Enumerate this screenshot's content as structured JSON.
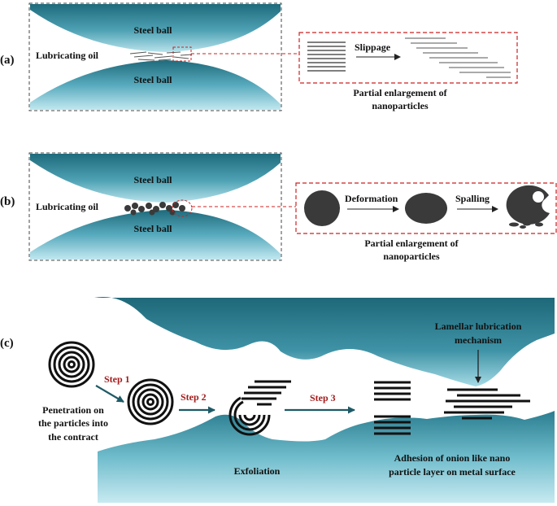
{
  "panel_a": {
    "label": "(a)",
    "steel_ball_top": "Steel ball",
    "steel_ball_bottom": "Steel ball",
    "lubricating_oil": "Lubricating oil",
    "slippage": "Slippage",
    "caption_line1": "Partial enlargement of",
    "caption_line2": "nanoparticles"
  },
  "panel_b": {
    "label": "(b)",
    "steel_ball_top": "Steel ball",
    "steel_ball_bottom": "Steel ball",
    "lubricating_oil": "Lubricating oil",
    "deformation": "Deformation",
    "spalling": "Spalling",
    "caption_line1": "Partial enlargement of",
    "caption_line2": "nanoparticles"
  },
  "panel_c": {
    "label": "(c)",
    "step1": "Step 1",
    "step2": "Step 2",
    "step3": "Step 3",
    "penetration_line1": "Penetration on",
    "penetration_line2": "the particles into",
    "penetration_line3": "the contract",
    "lamellar_line1": "Lamellar lubrication",
    "lamellar_line2": "mechanism",
    "exfoliation": "Exfoliation",
    "adhesion_line1": "Adhesion of onion like nano",
    "adhesion_line2": "particle layer on metal surface"
  },
  "colors": {
    "steel_dark": "#1f6f80",
    "steel_light": "#bfe6ef",
    "dashed_red": "#cc2222",
    "step_red": "#a31b1b",
    "arrow_teal": "#1e5a66",
    "particle": "#3a3a3a"
  }
}
